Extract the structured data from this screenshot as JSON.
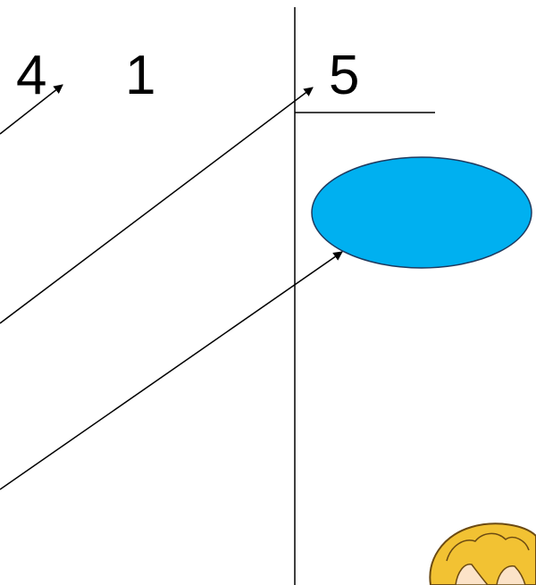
{
  "labels": {
    "four": "4",
    "one": "1",
    "five": "5"
  },
  "colors": {
    "ellipse_fill": "#00B0F0",
    "ellipse_stroke": "#1F3A5F",
    "line": "#000000",
    "hair": "#F2C233",
    "hair_outline": "#6B4A12"
  },
  "icons": {
    "character": "cartoon-child-head-icon"
  }
}
